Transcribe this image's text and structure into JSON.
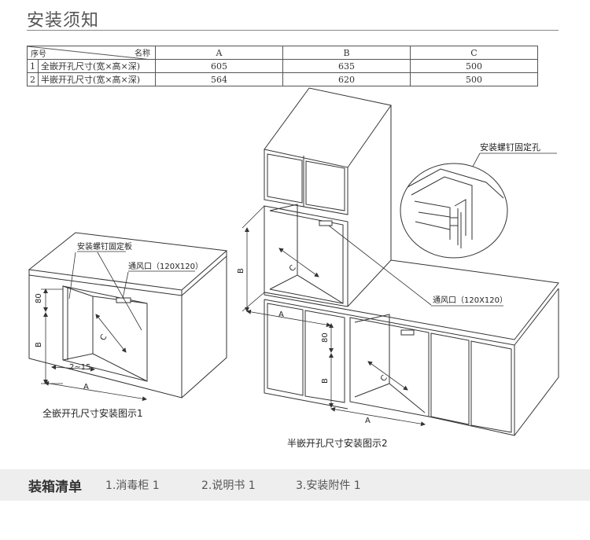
{
  "page": {
    "title": "安装须知"
  },
  "spec_table": {
    "header": {
      "name_label": "名称",
      "seq_label": "序号",
      "columns": [
        "A",
        "B",
        "C"
      ]
    },
    "rows": [
      {
        "idx": "1",
        "name": "全嵌开孔尺寸(宽×高×深)",
        "values": [
          "605",
          "635",
          "500"
        ]
      },
      {
        "idx": "2",
        "name": "半嵌开孔尺寸(宽×高×深)",
        "values": [
          "564",
          "620",
          "500"
        ]
      }
    ]
  },
  "diagram1": {
    "label_plate": "安装螺钉固定板",
    "label_vent": "通风口（120X120）",
    "dim_80": "80",
    "dim_B": "B",
    "dim_C": "C",
    "dim_2_15": "2~15",
    "dim_A": "A",
    "caption": "全嵌开孔尺寸安装图示1"
  },
  "diagram2": {
    "label_screw_hole": "安装螺钉固定孔",
    "label_vent": "通风口（120X120）",
    "dim_B": "B",
    "dim_C_upper": "C",
    "dim_A_upper": "A",
    "dim_80": "80",
    "dim_B_lower": "B",
    "dim_C_lower": "C",
    "dim_A_lower": "A",
    "caption": "半嵌开孔尺寸安装图示2"
  },
  "packing": {
    "title": "装箱清单",
    "items": [
      "1.消毒柜  1",
      "2.说明书  1",
      "3.安装附件  1"
    ]
  }
}
